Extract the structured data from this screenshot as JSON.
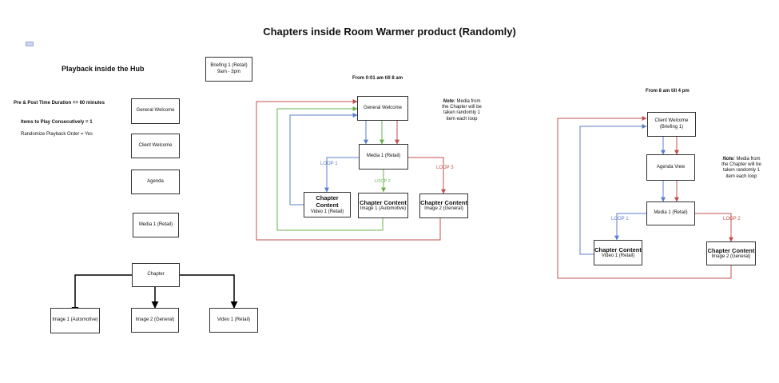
{
  "title": "Chapters inside Room Warmer product (Randomly)",
  "hub": {
    "heading": "Playback inside the Hub",
    "settings": [
      "Pre & Post Time Duration == 60 minutes",
      "Items to Play Consecutively = 1",
      "Randomize Playback Order = Yes"
    ],
    "briefing": [
      "Briefing 1 (Retail)",
      "9am - 3pm"
    ],
    "items": [
      "General Welcome",
      "Client Welcome",
      "Agenda",
      "Media 1 (Retail)"
    ],
    "chapter": "Chapter",
    "chapter_children": [
      "Image 1 (Automotive)",
      "Image 2 (General)",
      "Video 1 (Retail)"
    ]
  },
  "flow1": {
    "heading": "From 0:01 am till 8 am",
    "start": "General Welcome",
    "media": "Media 1 (Retail)",
    "note_bold": "Note:",
    "note": "Media from the Chapter will be taken randomly 1 item each loop",
    "loops": [
      "LOOP 1",
      "LOOP 2",
      "LOOP 3"
    ],
    "chapter_title": "Chapter Content",
    "contents": [
      "Video 1 (Retail)",
      "Image 1 (Automotive)",
      "Image 2 (General)"
    ]
  },
  "flow2": {
    "heading": "From 8 am till 4 pm",
    "start": [
      "Client Welcome",
      "(Briefing 1)"
    ],
    "agenda": "Agenda View",
    "media": "Media 1 (Retail)",
    "note_bold": "Note:",
    "note": "Media from the Chapter will be taken randomly 1 item each loop",
    "loops": [
      "LOOP 1",
      "LOOP 2"
    ],
    "chapter_title": "Chapter Content",
    "contents": [
      "Video 1 (Retail)",
      "Image 2 (General)"
    ]
  },
  "colors": {
    "loop1": "#5b7fc7",
    "loop2": "#6ab04c",
    "loop3": "#c0504d",
    "line": "#000000"
  }
}
